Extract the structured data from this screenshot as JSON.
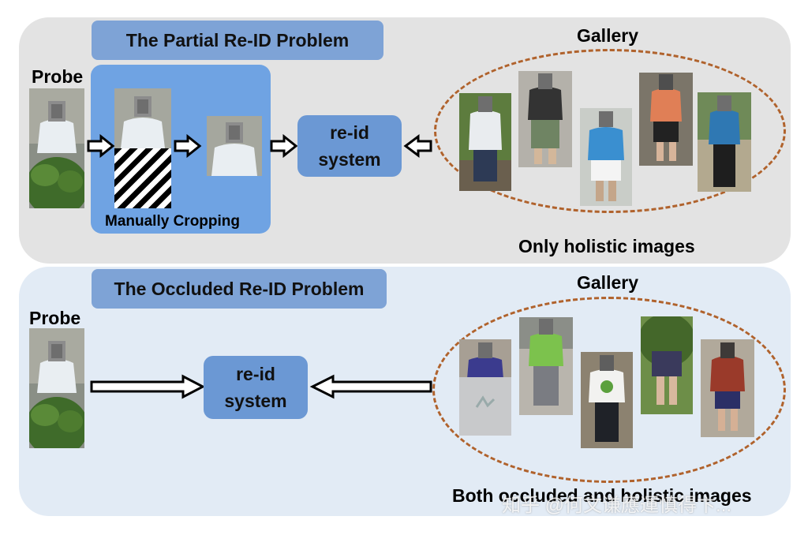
{
  "top": {
    "title": "The Partial Re-ID Problem",
    "probe_label": "Probe",
    "crop_label": "Manually Cropping",
    "system_line1": "re-id",
    "system_line2": "system",
    "gallery_label": "Gallery",
    "gallery_caption": "Only holistic images"
  },
  "bottom": {
    "title": "The Occluded Re-ID Problem",
    "probe_label": "Probe",
    "system_line1": "re-id",
    "system_line2": "system",
    "gallery_label": "Gallery",
    "gallery_caption": "Both occluded and holistic images"
  },
  "watermark": "知乎 @何文谦應運慎得卞..."
}
